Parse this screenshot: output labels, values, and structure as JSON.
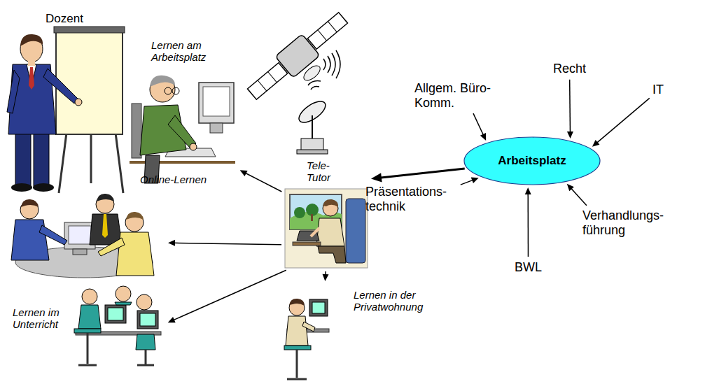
{
  "diagram": {
    "nodes": [
      {
        "text": [
          "Lernen am Arbeitsplatz",
          "Online-Lernen"
        ]
      },
      {
        "text": [
          "Allgem. Büro-Komm."
        ]
      },
      {
        "text": [
          "Recht"
        ]
      },
      {
        "text": [
          "IT"
        ]
      },
      {
        "text": [
          "Arbeitsplatz"
        ]
      },
      {
        "text": [
          "Tele-Tutor"
        ]
      },
      {
        "text": [
          "Präsentations- technik"
        ]
      },
      {
        "text": [
          "Verhandlungs- führung"
        ]
      },
      {
        "text": [
          "Lernen im Unterricht"
        ]
      },
      {
        "text": [
          "BWL"
        ]
      },
      {
        "text": [
          "Lernen in der Privatwohnung"
        ]
      }
    ],
    "edges": [
      {
        "from": 5,
        "to": 0,
        "arrow": "to"
      },
      {
        "from": 5,
        "to": 8,
        "arrow": "to"
      },
      {
        "from": 5,
        "to": 8,
        "arrow": "to"
      },
      {
        "from": 5,
        "to": 10,
        "arrow": "to"
      },
      {
        "from": 4,
        "to": 5,
        "arrow": "to"
      },
      {
        "from": 1,
        "to": 4,
        "arrow": "to"
      },
      {
        "from": 2,
        "to": 4,
        "arrow": "to"
      },
      {
        "from": 3,
        "to": 4,
        "arrow": "to"
      },
      {
        "from": 6,
        "to": 4,
        "arrow": "to"
      },
      {
        "from": 9,
        "to": 4,
        "arrow": "to"
      },
      {
        "from": 7,
        "to": 4,
        "arrow": "to"
      }
    ],
    "labels": [
      "Dozent"
    ]
  }
}
